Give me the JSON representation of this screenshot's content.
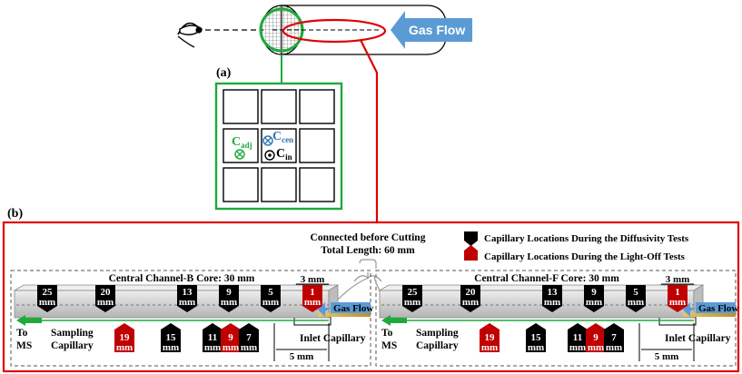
{
  "top": {
    "gas_flow": "Gas Flow",
    "panel_a_label": "(a)",
    "cells": {
      "c_adj": "C",
      "c_adj_sub": "adj",
      "c_cen": "C",
      "c_cen_sub": "cen",
      "c_in": "C",
      "c_in_sub": "in"
    }
  },
  "panel_b": {
    "label": "(b)",
    "connected_line1": "Connected before Cutting",
    "connected_line2": "Total Length: 60 mm",
    "legend": [
      {
        "label": "Capillary Locations During the Diffusivity Tests",
        "color": "#000000"
      },
      {
        "label": "Capillary Locations During the Light-Off Tests",
        "color": "#c00000"
      }
    ],
    "left": {
      "title": "Central Channel-B Core: 30 mm",
      "dim_3mm": "3 mm",
      "dim_5mm": "5 mm",
      "top_markers": [
        {
          "num": "25",
          "unit": "mm",
          "color": "#000000"
        },
        {
          "num": "20",
          "unit": "mm",
          "color": "#000000"
        },
        {
          "num": "13",
          "unit": "mm",
          "color": "#000000"
        },
        {
          "num": "9",
          "unit": "mm",
          "color": "#000000"
        },
        {
          "num": "5",
          "unit": "mm",
          "color": "#000000"
        },
        {
          "num": "1",
          "unit": "mm",
          "color": "#c00000"
        }
      ],
      "bottom_markers": [
        {
          "num": "19",
          "unit": "mm",
          "color": "#c00000"
        },
        {
          "num": "15",
          "unit": "mm",
          "color": "#000000"
        },
        {
          "num": "11",
          "unit": "mm",
          "color": "#000000"
        },
        {
          "num": "9",
          "unit": "mm",
          "color": "#c00000"
        },
        {
          "num": "7",
          "unit": "mm",
          "color": "#000000"
        }
      ],
      "to": "To",
      "ms": "MS",
      "sampling1": "Sampling",
      "sampling2": "Capillary",
      "gas_flow": "Gas Flow",
      "inlet": "Inlet Capillary"
    },
    "right": {
      "title": "Central Channel-F Core: 30 mm",
      "dim_3mm": "3 mm",
      "dim_5mm": "5 mm",
      "top_markers": [
        {
          "num": "25",
          "unit": "mm",
          "color": "#000000"
        },
        {
          "num": "20",
          "unit": "mm",
          "color": "#000000"
        },
        {
          "num": "13",
          "unit": "mm",
          "color": "#000000"
        },
        {
          "num": "9",
          "unit": "mm",
          "color": "#000000"
        },
        {
          "num": "5",
          "unit": "mm",
          "color": "#000000"
        },
        {
          "num": "1",
          "unit": "mm",
          "color": "#c00000"
        }
      ],
      "bottom_markers": [
        {
          "num": "19",
          "unit": "mm",
          "color": "#c00000"
        },
        {
          "num": "15",
          "unit": "mm",
          "color": "#000000"
        },
        {
          "num": "11",
          "unit": "mm",
          "color": "#000000"
        },
        {
          "num": "9",
          "unit": "mm",
          "color": "#c00000"
        },
        {
          "num": "7",
          "unit": "mm",
          "color": "#000000"
        }
      ],
      "to": "To",
      "ms": "MS",
      "sampling1": "Sampling",
      "sampling2": "Capillary",
      "gas_flow": "Gas Flow",
      "inlet": "Inlet Capillary"
    }
  },
  "colors": {
    "red": "#e00000",
    "green": "#1faa3c",
    "blue_arrow": "#5b9bd5",
    "teal": "#2e75b6",
    "core_fill": "#d9d9d9",
    "gold": "#e6c66a"
  }
}
